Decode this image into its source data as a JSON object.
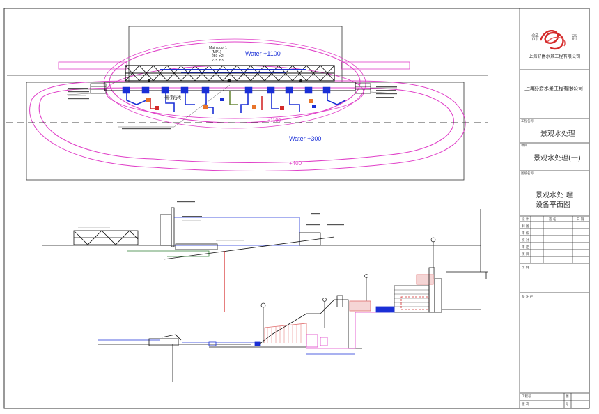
{
  "plan": {
    "water_top": "Water +1100",
    "water_bottom": "Water +300",
    "contour_1100": "+1100",
    "contour_400": "+400",
    "pond_label": "景观池",
    "main_pool_line1": "Main pool 1",
    "main_pool_line2": "(MP1)",
    "main_pool_line3": "250 m2",
    "main_pool_line4": "275 m3"
  },
  "title_block": {
    "company_logo_text_left": "舒",
    "company_logo_text_right": "爵",
    "company_name_1": "上海舒爵水景工程有限公司",
    "company_name_2": "上海舒爵水景工程有限公司",
    "project_label": "工程名称",
    "project_name": "景观水处理",
    "item_label": "项目",
    "item_name": "景观水处理(一)",
    "drawing_label": "图纸名称",
    "drawing_name_1": "景观水处 理",
    "drawing_name_2": "设备平面图",
    "sign_rows": [
      "设 计",
      "制 图",
      "审 核",
      "校 对",
      "审 定",
      "项 目"
    ],
    "col_headers": [
      "签 名",
      "日 期"
    ],
    "scale_label": "比  例",
    "notes_label": "备 注 栏",
    "bottom_row_1_left": "工程号",
    "bottom_row_1_right": "图",
    "bottom_row_2_left": "版  次",
    "bottom_row_2_right": "号"
  },
  "colors": {
    "pink": "#e040c8",
    "blue": "#1a2fd6",
    "red": "#d42a2a",
    "dark": "#222222"
  }
}
